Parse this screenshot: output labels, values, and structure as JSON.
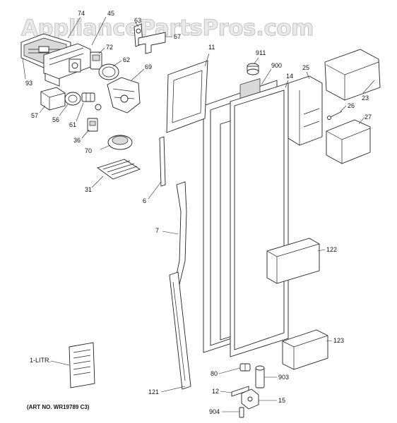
{
  "watermark": "AppliancePartsPros.com",
  "art_number": "(ART NO. WR19789 C3)",
  "parts": {
    "p74": "74",
    "p45": "45",
    "p63": "63",
    "p67": "67",
    "p72": "72",
    "p62": "62",
    "p69": "69",
    "p93": "93",
    "p57": "57",
    "p56": "56",
    "p61": "61",
    "p36": "36",
    "p70": "70",
    "p31": "31",
    "p6": "6",
    "p7": "7",
    "p11": "11",
    "p911": "911",
    "p900": "900",
    "p14": "14",
    "p25": "25",
    "p23": "23",
    "p26": "26",
    "p27": "27",
    "p122": "122",
    "p123": "123",
    "p80": "80",
    "p903": "903",
    "p12": "12",
    "p15": "15",
    "p904": "904",
    "p121": "121",
    "p1litr": "1-LITR."
  }
}
